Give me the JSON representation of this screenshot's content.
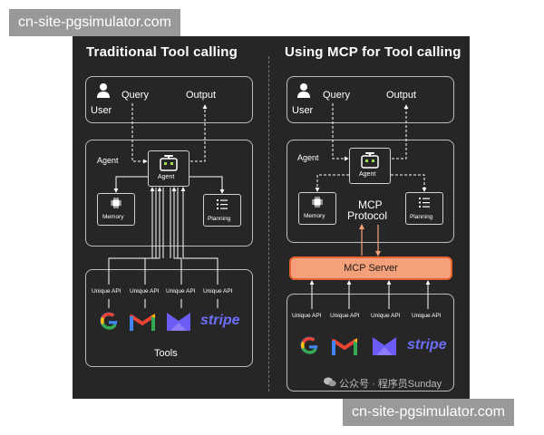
{
  "watermark_top": "cn-site-pgsimulator.com",
  "watermark_bottom": "cn-site-pgsimulator.com",
  "left": {
    "title": "Traditional Tool calling",
    "user_label": "User",
    "query_label": "Query",
    "output_label": "Output",
    "agent_section_label": "Agent",
    "agent_label": "Agent",
    "memory_label": "Memory",
    "planning_label": "Planning",
    "api_labels": [
      "Unique API",
      "Unique API",
      "Unique API",
      "Unique API"
    ],
    "tools_label": "Tools"
  },
  "right": {
    "title": "Using MCP for Tool calling",
    "user_label": "User",
    "query_label": "Query",
    "output_label": "Output",
    "agent_section_label": "Agent",
    "agent_label": "Agent",
    "memory_label": "Memory",
    "planning_label": "Planning",
    "mcp_line1": "MCP",
    "mcp_line2": "Protocol",
    "server_label": "MCP Server",
    "api_labels": [
      "Unique API",
      "Unique API",
      "Unique API",
      "Unique API"
    ],
    "watermark": "公众号 · 程序员Sunday"
  },
  "logos": {
    "google": "G",
    "stripe": "stripe"
  },
  "colors": {
    "panel": "#262626",
    "robot": "#9be04a",
    "server_fill": "#f4a07a",
    "server_border": "#e8622f",
    "stripe": "#6b6ef9"
  }
}
